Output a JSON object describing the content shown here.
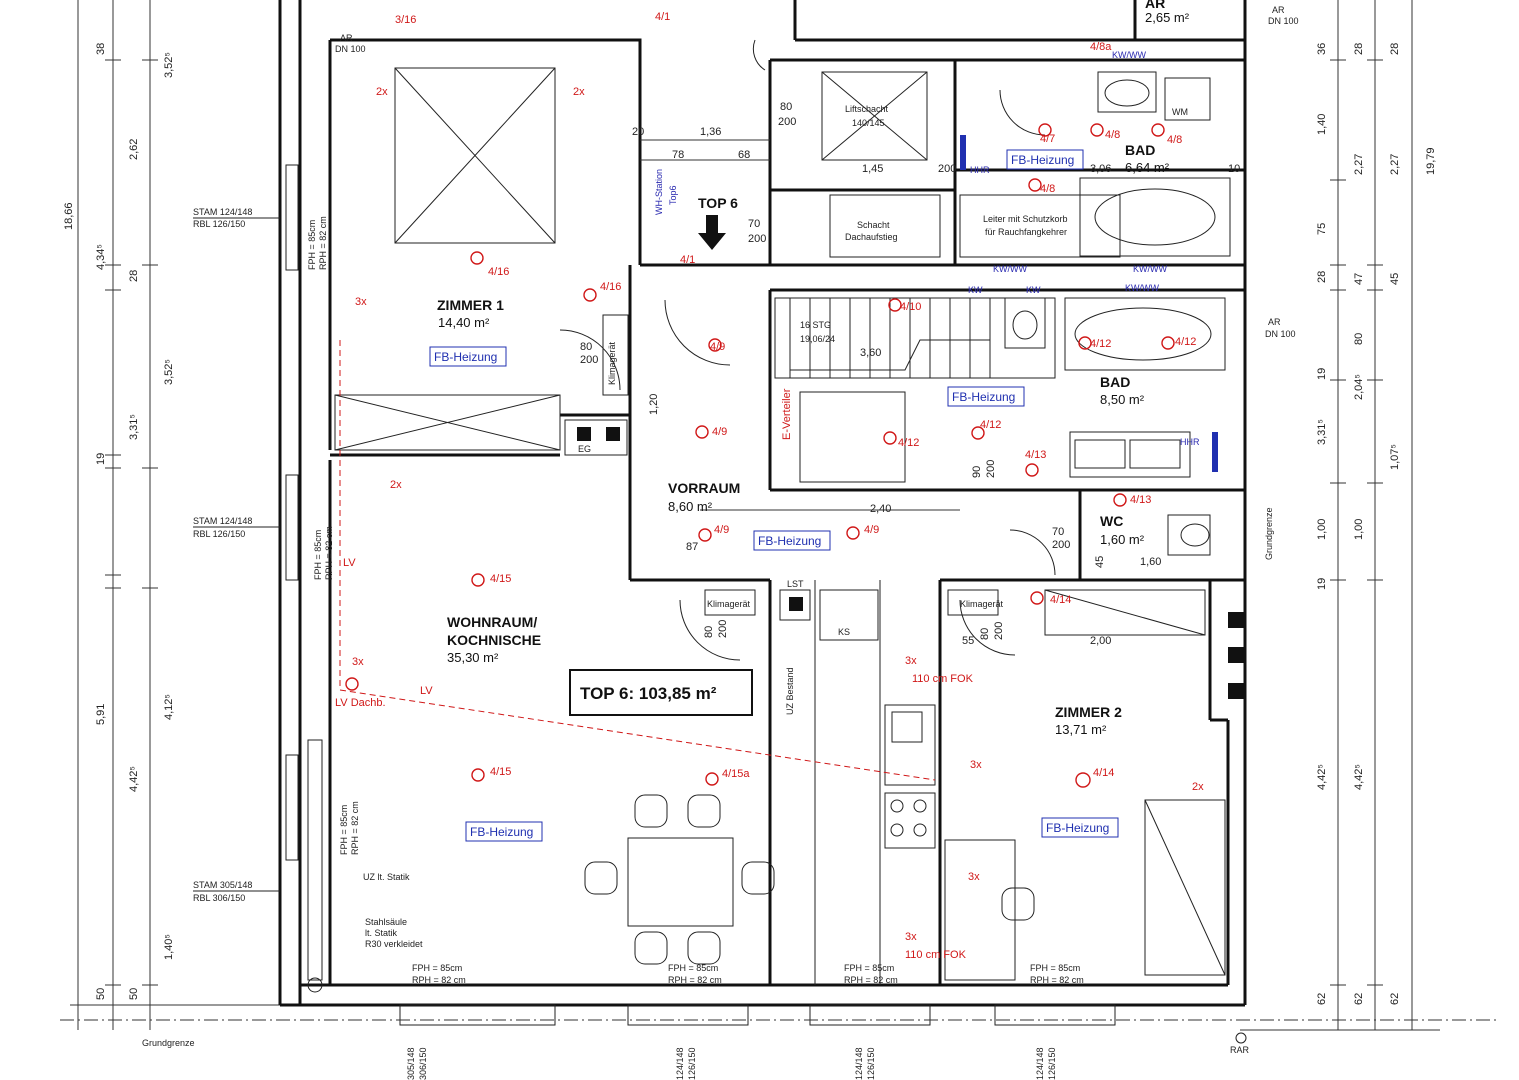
{
  "title": "TOP 6: 103,85 m²",
  "top_marker": "TOP 6",
  "rooms": [
    {
      "id": "zimmer1",
      "name": "ZIMMER 1",
      "area": "14,40 m²",
      "heating": "FB-Heizung"
    },
    {
      "id": "wohnraum",
      "name": "WOHNRAUM/",
      "name2": "KOCHNISCHE",
      "area": "35,30 m²",
      "heating": "FB-Heizung"
    },
    {
      "id": "vorraum",
      "name": "VORRAUM",
      "area": "8,60 m²",
      "heating": "FB-Heizung"
    },
    {
      "id": "bad1",
      "name": "BAD",
      "area": "6,64 m²",
      "heating": "FB-Heizung"
    },
    {
      "id": "bad2",
      "name": "BAD",
      "area": "8,50 m²",
      "heating": "FB-Heizung"
    },
    {
      "id": "wc",
      "name": "WC",
      "area": "1,60 m²"
    },
    {
      "id": "zimmer2",
      "name": "ZIMMER 2",
      "area": "13,71 m²",
      "heating": "FB-Heizung"
    },
    {
      "id": "ar",
      "name": "AR",
      "area": "2,65 m²"
    }
  ],
  "misc_labels": {
    "liftschacht": "Liftschacht",
    "liftschacht_dim": "140/145",
    "schacht": "Schacht",
    "dachaufstieg": "Dachaufstieg",
    "leiter": "Leiter mit Schutzkorb",
    "leiter2": "für Rauchfangkehrer",
    "stg": "16 STG",
    "stg2": "19,06/24",
    "klimageraet": "Klimagerät",
    "klimageraet2": "Klimagerät",
    "klimageraet3": "Klimagerät",
    "wm": "WM",
    "ks": "KS",
    "lst": "LST",
    "eg": "EG",
    "uz_bestand": "UZ Bestand",
    "uz_statik": "UZ lt. Statik",
    "stahlsaeule": "Stahlsäule",
    "stahlsaeule2": "lt. Statik",
    "stahlsaeule3": "R30 verkleidet",
    "grundgrenze": "Grundgrenze",
    "grundgrenze2": "Grundgrenze",
    "rar": "RAR",
    "lv": "LV",
    "lv_dach": "LV Dachb.",
    "lv_side": "LV",
    "ar_dn": "AR",
    "dn100": "DN 100",
    "ar_dn2": "AR",
    "dn100b": "DN 100",
    "ar_dn3": "AR",
    "dn100c": "DN 100",
    "hhr": "HHR",
    "hhr2": "HHR",
    "wh_station": "WH-Station",
    "wh_station2": "Top6",
    "ausl": "E-Verteiler",
    "kwww1": "KW/WW",
    "kwww2": "KW/WW",
    "kwww3": "KW/WW",
    "kwww4": "KW/WW",
    "kw1": "KW",
    "kw2": "KW",
    "fok1": "110 cm FOK",
    "fok2": "110 cm FOK"
  },
  "windows": [
    {
      "stam": "STAM 124/148",
      "rbl": "RBL 126/150"
    },
    {
      "stam": "STAM 124/148",
      "rbl": "RBL 126/150"
    },
    {
      "stam": "STAM 305/148",
      "rbl": "RBL 306/150"
    }
  ],
  "window_heights": {
    "fph": "FPH = 85cm",
    "rph": "RPH = 82 cm"
  },
  "bottom_windows": [
    "305/148",
    "306/150",
    "124/148",
    "126/150",
    "124/148",
    "126/150",
    "124/148",
    "126/150"
  ],
  "dims": {
    "left_outer": [
      "18,66"
    ],
    "left_mid": [
      "3,52⁵",
      "3,52⁵",
      "3,31⁵",
      "4,12⁵",
      "1,40⁵"
    ],
    "left_inner": [
      "38",
      "2,62",
      "4,34⁵",
      "28",
      "19",
      "5,91",
      "4,42⁵",
      "50",
      "50"
    ],
    "right_outer": [
      "19,79"
    ],
    "right_a": [
      "28",
      "2,27",
      "47",
      "80",
      "2,04⁵",
      "1,00",
      "4,42⁵",
      "62"
    ],
    "right_b": [
      "36",
      "1,40",
      "75",
      "28",
      "3,31⁵",
      "19",
      "1,00",
      "19",
      "4,42⁵",
      "62"
    ],
    "right_c": [
      "28",
      "2,27",
      "45",
      "1,07⁵",
      "62"
    ],
    "interior": [
      "1,36",
      "78",
      "68",
      "20",
      "80",
      "200",
      "70",
      "200",
      "3,06",
      "10",
      "2,40",
      "70",
      "200",
      "87",
      "1,60",
      "45",
      "2,00",
      "55",
      "80",
      "200",
      "1,20",
      "80",
      "200",
      "3,60",
      "1,45",
      "200",
      "80",
      "200",
      "90",
      "200"
    ]
  },
  "markers": [
    "4/16",
    "4/16",
    "4/9",
    "4/9",
    "4/9",
    "4/9",
    "4/15",
    "4/15",
    "4/15a",
    "4/12",
    "4/12",
    "4/12",
    "4/12",
    "4/8",
    "4/8",
    "4/8",
    "4/14",
    "4/14",
    "4/1",
    "4/1",
    "4/10",
    "4/13",
    "4/13",
    "4/8a",
    "3/16",
    "4/7"
  ],
  "counts": [
    "2x",
    "2x",
    "3x",
    "2x",
    "3x",
    "3x",
    "3x",
    "3x",
    "3x",
    "2x"
  ]
}
